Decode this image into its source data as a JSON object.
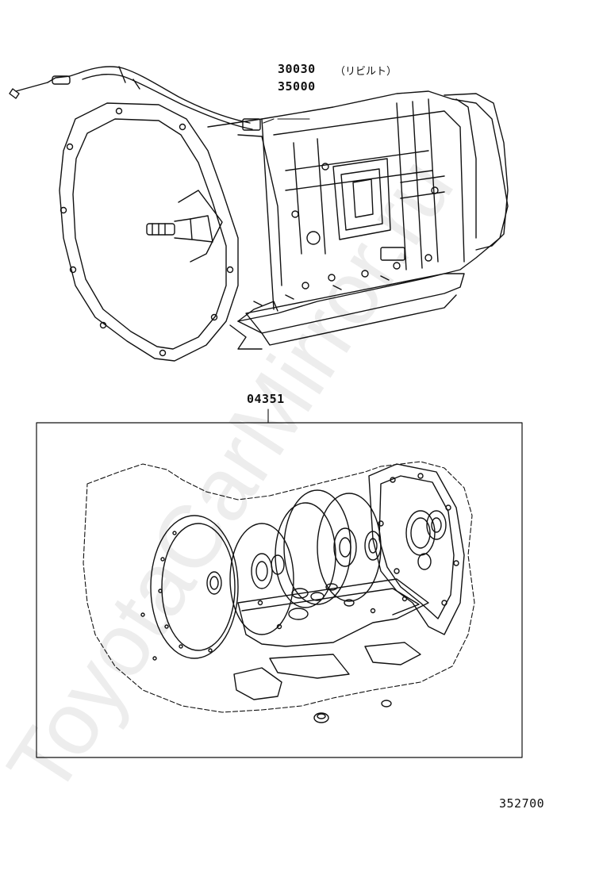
{
  "callouts": {
    "assembly_part_1": "30030",
    "assembly_part_1_note": "（リビルト）",
    "assembly_part_2": "35000",
    "gasket_kit_part": "04351"
  },
  "figure_code": "352700",
  "watermark": "ToyotaCarMirror.ru"
}
